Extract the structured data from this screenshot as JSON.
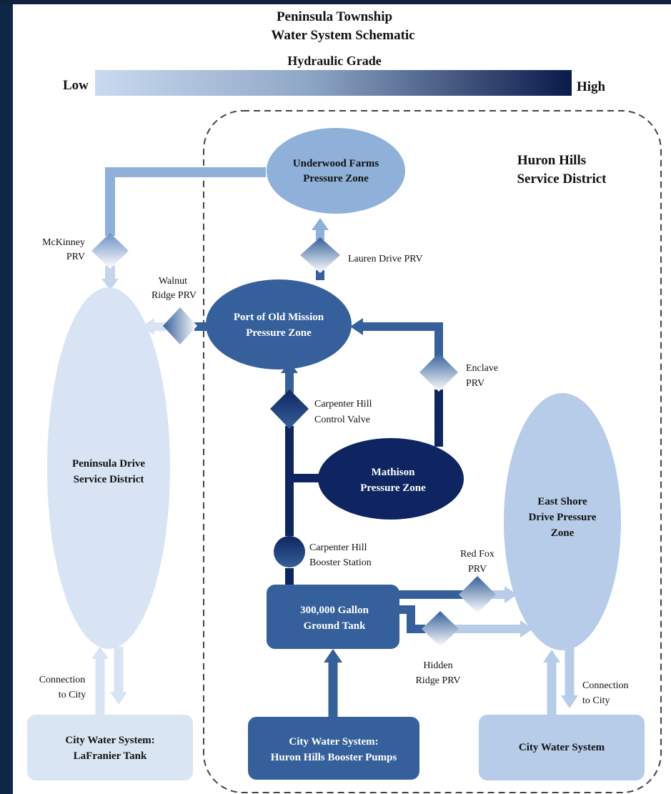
{
  "title": {
    "line1": "Peninsula Township",
    "line2": "Water System Schematic"
  },
  "legend": {
    "title": "Hydraulic Grade",
    "low_label": "Low",
    "high_label": "High",
    "gradient_colors": [
      "#c9daf0",
      "#0a1a4a"
    ]
  },
  "district_label": {
    "line1": "Huron Hills",
    "line2": "Service District"
  },
  "zones": {
    "underwood": {
      "line1": "Underwood Farms",
      "line2": "Pressure Zone",
      "color": "#8fb0d8"
    },
    "port": {
      "line1": "Port of Old Mission",
      "line2": "Pressure Zone",
      "color": "#35609b"
    },
    "mathison": {
      "line1": "Mathison",
      "line2": "Pressure Zone",
      "color": "#0f2561"
    },
    "peninsula": {
      "line1": "Peninsula Drive",
      "line2": "Service District",
      "color": "#d8e4f3"
    },
    "eastshore": {
      "line1": "East Shore",
      "line2": "Drive Pressure",
      "line3": "Zone",
      "color": "#b6cce8"
    },
    "tank": {
      "line1": "300,000 Gallon",
      "line2": "Ground Tank",
      "color": "#35609b"
    },
    "lafranier": {
      "line1": "City Water System:",
      "line2": "LaFranier Tank",
      "color": "#dae5f3"
    },
    "boosterpumps": {
      "line1": "City Water System:",
      "line2": "Huron Hills Booster Pumps",
      "color": "#35609b"
    },
    "citywater": {
      "line1": "City Water System",
      "color": "#b6cce8"
    }
  },
  "valves": {
    "mckinney": {
      "line1": "McKinney",
      "line2": "PRV"
    },
    "walnut": {
      "line1": "Walnut",
      "line2": "Ridge PRV"
    },
    "lauren": {
      "line1": "Lauren Drive PRV"
    },
    "enclave": {
      "line1": "Enclave",
      "line2": "PRV"
    },
    "carpenter_valve": {
      "line1": "Carpenter Hill",
      "line2": "Control Valve"
    },
    "carpenter_booster": {
      "line1": "Carpenter Hill",
      "line2": "Booster Station"
    },
    "redfox": {
      "line1": "Red Fox",
      "line2": "PRV"
    },
    "hiddenridge": {
      "line1": "Hidden",
      "line2": "Ridge PRV"
    }
  },
  "connections": {
    "left": {
      "line1": "Connection",
      "line2": "to City"
    },
    "right": {
      "line1": "Connection",
      "line2": "to City"
    }
  }
}
